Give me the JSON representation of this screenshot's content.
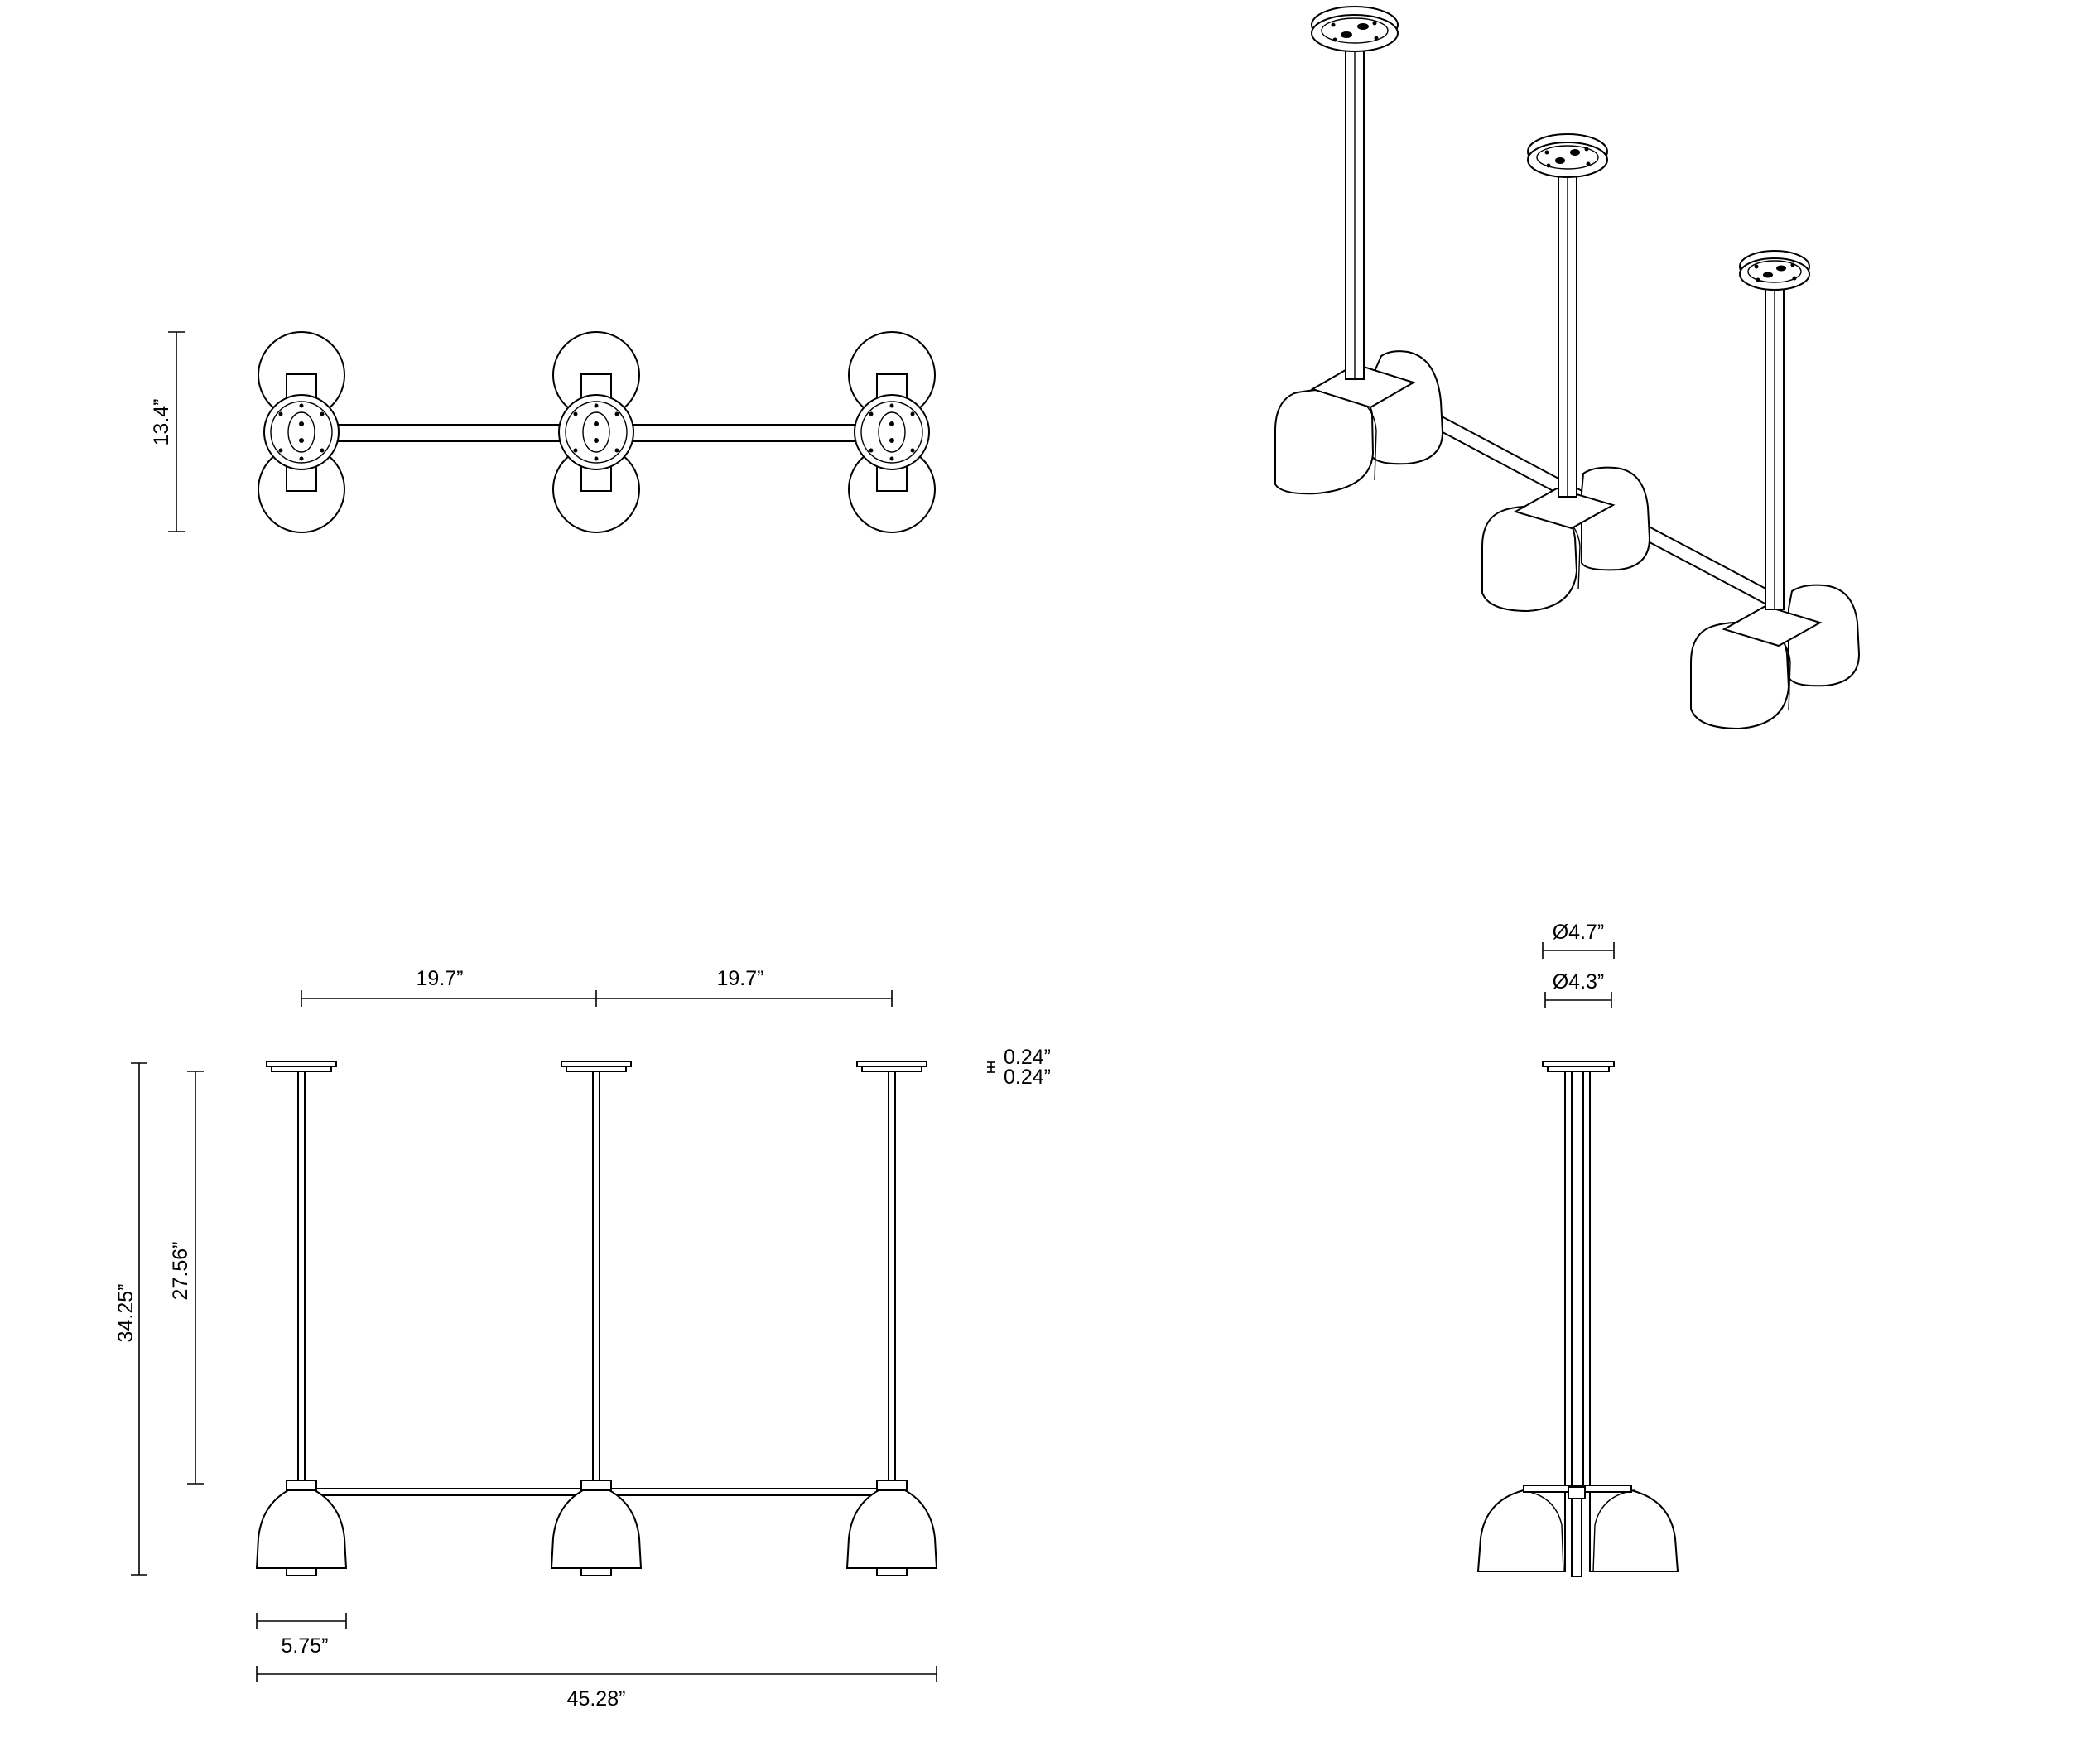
{
  "dimensions": {
    "top_depth": "13.4”",
    "spacing_left": "19.7”",
    "spacing_right": "19.7”",
    "canopy_thickness_1": "0.24”",
    "canopy_thickness_2": "0.24”",
    "overall_height": "34.25”",
    "rod_length": "27.56”",
    "shade_width": "5.75”",
    "overall_length": "45.28”",
    "canopy_diameter_outer": "Ø4.7”",
    "canopy_diameter_inner": "Ø4.3”"
  },
  "colors": {
    "line": "#000000",
    "background": "#ffffff"
  }
}
